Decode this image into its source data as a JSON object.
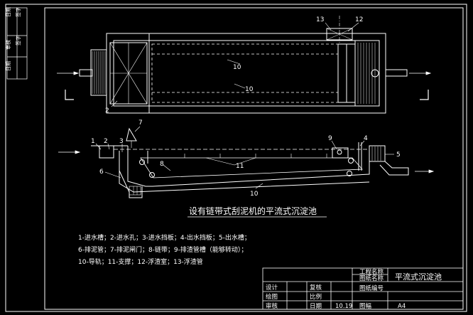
{
  "side_stamp": [
    "日期",
    "签字",
    "审核",
    "签字",
    "日期"
  ],
  "top_view": {
    "callouts": [
      "10",
      "10",
      "2",
      "12",
      "13"
    ]
  },
  "section_view": {
    "callouts": [
      "1",
      "2",
      "3",
      "7",
      "6",
      "8",
      "11",
      "9",
      "4",
      "5",
      "10"
    ]
  },
  "caption": "设有链带式刮泥机的平流式沉淀池",
  "legend": [
    "1-进水槽；2-进水孔；3-进水挡板；4-出水挡板；5-出水槽；",
    "6-排泥管；7-排泥闸门；8-链带；9-排渣管槽（能够转动）；",
    "10-导轨；11-支撑；12-浮渣室；13-浮渣管"
  ],
  "title_block": {
    "project_label": "工程名称",
    "drawing_label": "图纸名称",
    "drawing_name": "平流式沉淀池",
    "number_label": "图纸编号",
    "rows": [
      [
        "设计",
        "复核"
      ],
      [
        "绘图",
        "比例"
      ],
      [
        "审核",
        "日期",
        "10.19",
        "图幅",
        "A4"
      ]
    ]
  }
}
